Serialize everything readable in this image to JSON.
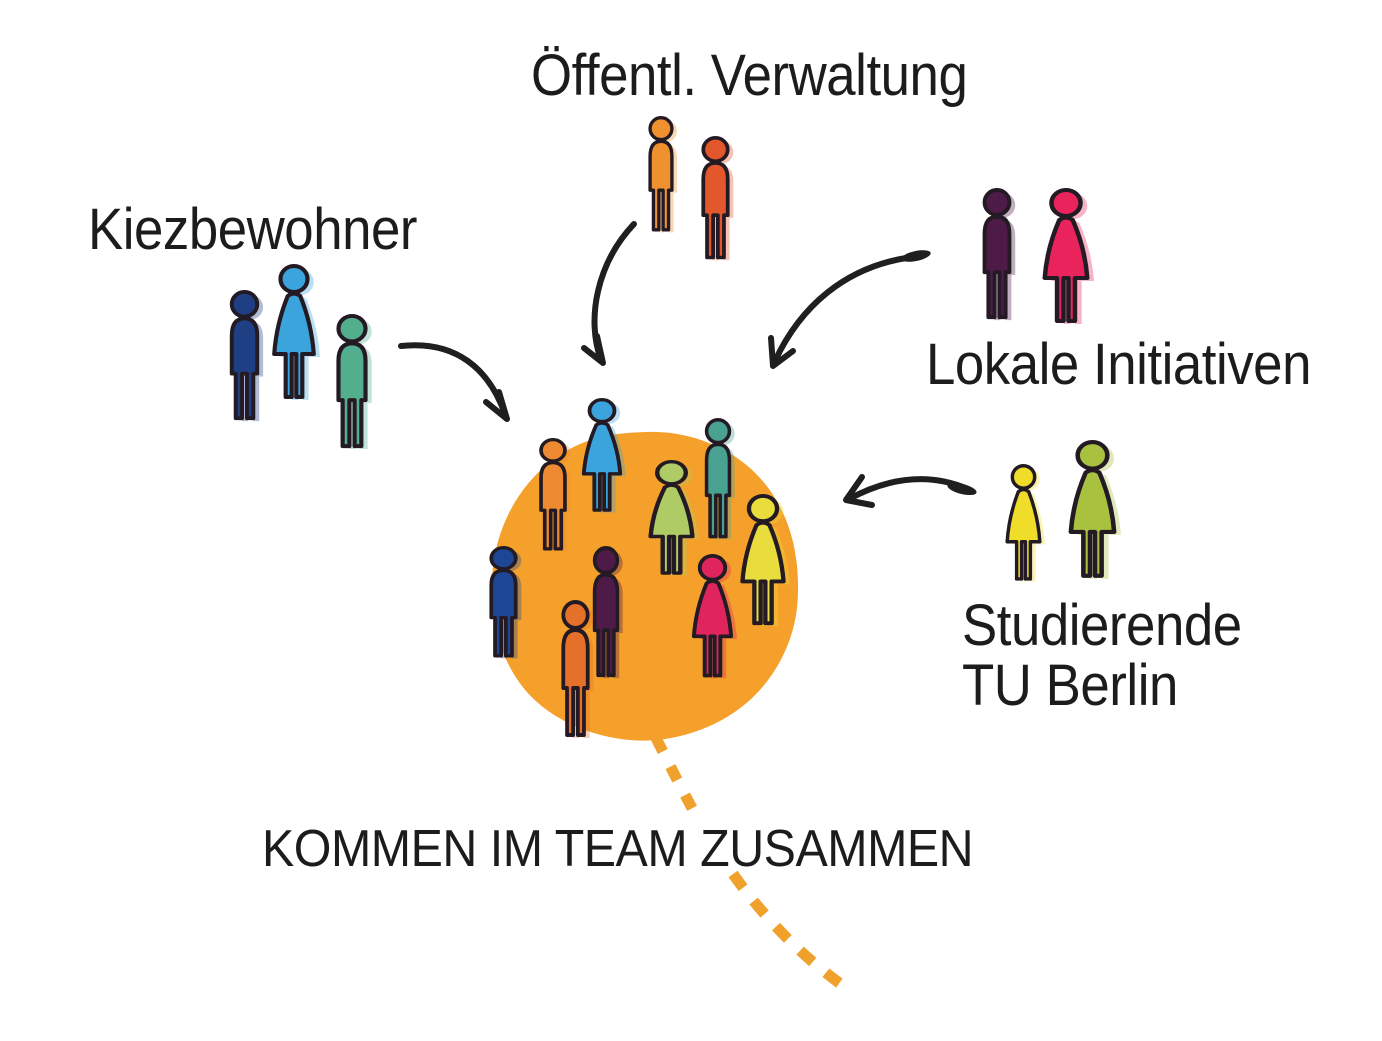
{
  "background_color": "#ffffff",
  "text_color": "#1c1c1c",
  "outline_color": "#231a23",
  "arrow_color": "#1f1f1f",
  "caption": "KOMMEN IM TEAM ZUSAMMEN",
  "groups": {
    "verwaltung": {
      "label": "Öffentl. Verwaltung",
      "figures": [
        {
          "type": "male",
          "color": "#F0912F"
        },
        {
          "type": "male",
          "color": "#E2572B"
        }
      ]
    },
    "kiezbewohner": {
      "label": "Kiezbewohner",
      "figures": [
        {
          "type": "male",
          "color": "#1F3F85"
        },
        {
          "type": "female",
          "color": "#3CA4DD"
        },
        {
          "type": "male",
          "color": "#53AE8D"
        }
      ]
    },
    "lokale_initiativen": {
      "label": "Lokale Initiativen",
      "figures": [
        {
          "type": "male",
          "color": "#4E1A47"
        },
        {
          "type": "female",
          "color": "#E9245D"
        }
      ]
    },
    "studierende": {
      "label_line1": "Studierende",
      "label_line2": "TU Berlin",
      "figures": [
        {
          "type": "female",
          "color": "#EFDD2A"
        },
        {
          "type": "female",
          "color": "#A8C23F"
        }
      ]
    }
  },
  "team_circle": {
    "color": "#F5A02A",
    "dashed_line_color": "#F0A12C",
    "figures": [
      {
        "type": "male",
        "color": "#EE8A31"
      },
      {
        "type": "female",
        "color": "#3BA4DC"
      },
      {
        "type": "male",
        "color": "#49A192"
      },
      {
        "type": "female",
        "color": "#AECB66"
      },
      {
        "type": "female",
        "color": "#E9DD3D"
      },
      {
        "type": "male",
        "color": "#1D4795"
      },
      {
        "type": "male",
        "color": "#4E1A47"
      },
      {
        "type": "female",
        "color": "#E0255E"
      },
      {
        "type": "male",
        "color": "#E4702A"
      }
    ]
  }
}
